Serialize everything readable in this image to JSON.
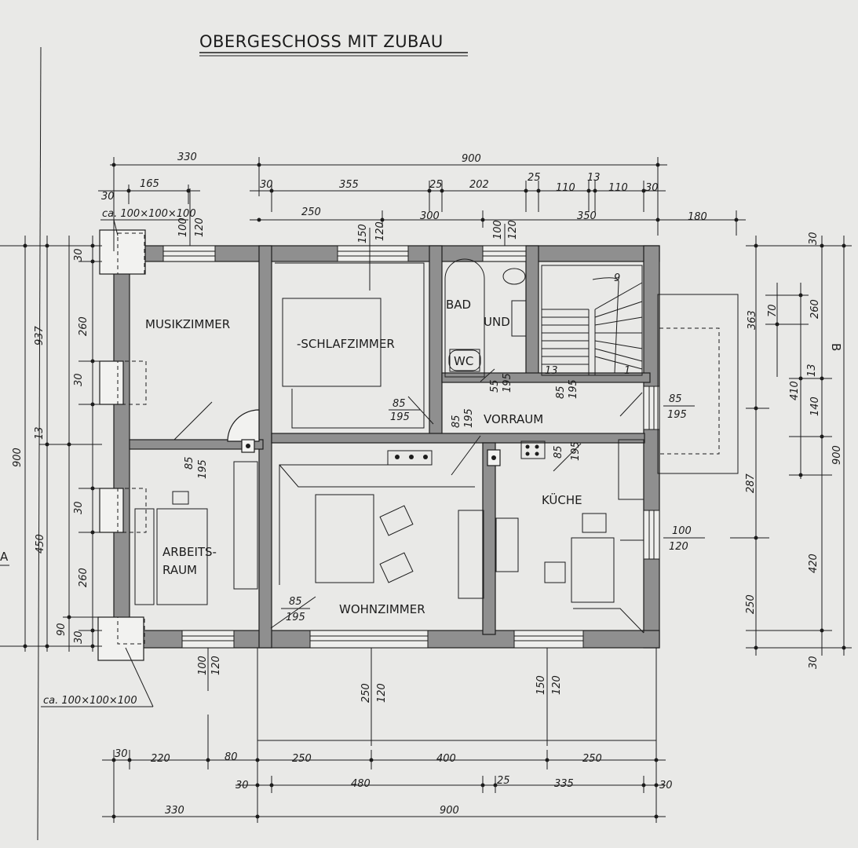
{
  "title": "OBERGESCHOSS MIT ZUBAU",
  "rooms": {
    "musikzimmer": "MUSIKZIMMER",
    "schlafzimmer": "-SCHLAFZIMMER",
    "bad": "BAD",
    "und": "UND",
    "wc": "WC",
    "vorraum": "VORRAUM",
    "arbeits": "ARBEITS-",
    "raum": "RAUM",
    "wohnzimmer": "WOHNZIMMER",
    "kueche": "KÜCHE"
  },
  "notes": {
    "chimney_top": "ca. 100×100×100",
    "chimney_bottom": "ca. 100×100×100",
    "stair_steps": "9",
    "stair_13": "13",
    "stair_1": "1",
    "side_letter_a": "A",
    "side_letter_b": "B"
  },
  "dims_top": {
    "d330": "330",
    "d900": "900",
    "d165": "165",
    "d30a": "30",
    "d30b": "30",
    "d355": "355",
    "d25a": "25",
    "d202": "202",
    "d25b": "25",
    "d110a": "110",
    "d13": "13",
    "d110b": "110",
    "d30c": "30",
    "d250": "250",
    "d300": "300",
    "d350": "350",
    "d180": "180"
  },
  "dims_bottom": {
    "d30a": "30",
    "d220": "220",
    "d80": "80",
    "d250a": "250",
    "d400": "400",
    "d250b": "250",
    "d30b": "30",
    "d480": "480",
    "d25": "25",
    "d335": "335",
    "d30c": "30",
    "d330": "330",
    "d900": "900"
  },
  "dims_left": {
    "d937": "937",
    "d900": "900",
    "d450": "450",
    "d13": "13",
    "d30a": "30",
    "d260a": "260",
    "d30b": "30",
    "d30c": "30",
    "d260b": "260",
    "d90": "90",
    "d30d": "30"
  },
  "dims_right": {
    "d30a": "30",
    "d363": "363",
    "d70": "70",
    "d260": "260",
    "d13": "13",
    "d410": "410",
    "d140": "140",
    "d900": "900",
    "d287": "287",
    "d420": "420",
    "d250": "250",
    "d30b": "30"
  },
  "openings": {
    "w_music_a": "100",
    "w_music_b": "120",
    "w_schlaf_a": "150",
    "w_schlaf_b": "120",
    "w_bad_a": "100",
    "w_bad_b": "120",
    "d_schlaf_a": "85",
    "d_schlaf_b": "195",
    "d_bad_a": "55",
    "d_bad_b": "195",
    "d_stair_a": "85",
    "d_stair_b": "195",
    "d_ost_a": "85",
    "d_ost_b": "195",
    "d_wohn_top_a": "85",
    "d_wohn_top_b": "195",
    "d_arb_a": "85",
    "d_arb_b": "195",
    "d_kue_a": "85",
    "d_kue_b": "195",
    "d_wohn_a": "85",
    "d_wohn_b": "195",
    "w_kue_side_a": "100",
    "w_kue_side_b": "120",
    "w_arb_a": "100",
    "w_arb_b": "120",
    "w_wohn_a": "250",
    "w_wohn_b": "120",
    "w_kue_a": "150",
    "w_kue_b": "120"
  }
}
